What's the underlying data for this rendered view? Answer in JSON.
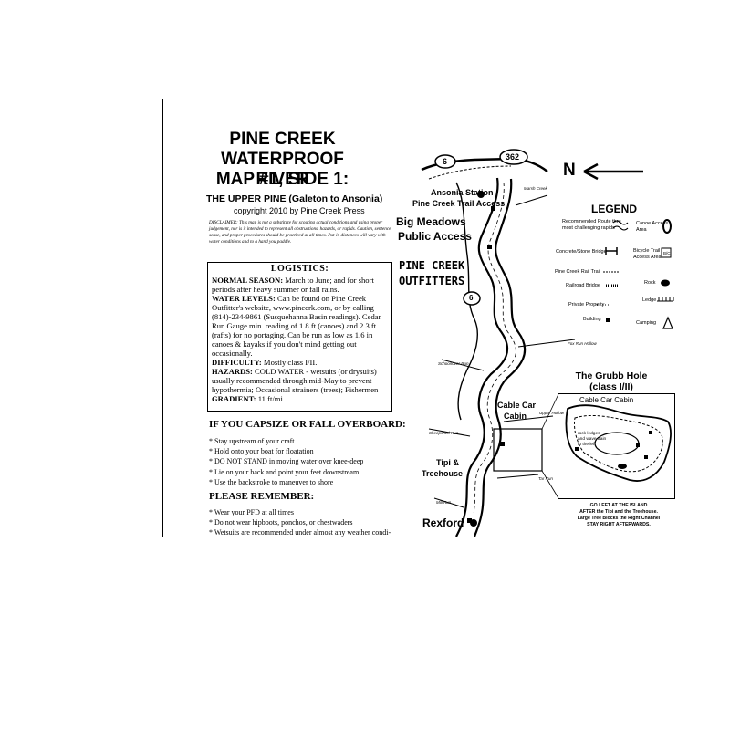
{
  "title_lines": [
    "PINE CREEK",
    "WATERPROOF RIVER",
    "MAP #1, SIDE 1:"
  ],
  "subtitle": "THE UPPER PINE (Galeton to Ansonia)",
  "copyright": "copyright 2010 by Pine Creek Press",
  "disclaimer": "DISCLAIMER: This map is not a substitute for scouting actual conditions and using proper judgement, nor is it intended to represent all obstructions, hazards, or rapids. Caution, sentence sense, and proper procedures should be practiced at all times. Put-in distances will vary with water conditions and to a hand you paddle.",
  "logistics": {
    "header": "LOGISTICS:",
    "items": [
      {
        "label": "NORMAL SEASON:",
        "text": "March to June; and for short periods after heavy summer or fall rains."
      },
      {
        "label": "WATER LEVELS:",
        "text": "Can be found on Pine Creek Outfitter's website, www.pinecrk.com, or by calling (814)-234-9861 (Susquehanna Basin readings). Cedar Run Gauge min. reading of 1.8 ft.(canoes) and 2.3 ft.(rafts) for no portaging. Can be run as low as 1.6 in canoes & kayaks if you don't mind getting out occasionally."
      },
      {
        "label": "DIFFICULTY:",
        "text": "Mostly class I/II."
      },
      {
        "label": "HAZARDS:",
        "text": "COLD WATER - wetsuits (or drysuits) usually recommended through mid-May to prevent hypothermia; Occasional strainers (trees); Fishermen"
      },
      {
        "label": "GRADIENT:",
        "text": "11 ft/mi."
      }
    ]
  },
  "capsize": {
    "header": "IF YOU CAPSIZE OR FALL OVERBOARD:",
    "items": [
      "* Stay upstream of your craft",
      "* Hold onto your boat for floatation",
      "* DO NOT STAND in moving water over knee-deep",
      "* Lie on your back and point your feet downstream",
      "* Use the backstroke to maneuver to shore"
    ]
  },
  "remember": {
    "header": "PLEASE REMEMBER:",
    "items": [
      "* Wear your PFD at all times",
      "* Do not wear hipboots, ponchos, or chestwaders",
      "* Wetsuits are recommended under almost any weather condi-"
    ]
  },
  "map_labels": {
    "route_6_top": "6",
    "route_362": "362",
    "route_6_mid": "6",
    "north": "N",
    "ansonia_station": "Ansonia Station",
    "trail_access": "Pine Creek Trail Access",
    "big_meadows_1": "Big Meadows",
    "big_meadows_2": "Public Access",
    "outfitters_1": "PINE CREEK",
    "outfitters_2": "OUTFITTERS",
    "cable_car_1": "Cable Car",
    "cable_car_2": "Cabin",
    "tipi_1": "Tipi &",
    "tipi_2": "Treehouse",
    "rexford": "Rexford",
    "marsh_creek": "Marsh Creek",
    "fox_run": "Fox Run Hollow",
    "schoonover": "Schoonover Run",
    "upper_hollow": "Upper Hollow",
    "sheepshed": "Sheepshed Run",
    "tar_run": "Tar Run",
    "mill_run": "Mill Run"
  },
  "legend": {
    "header": "LEGEND",
    "items": [
      {
        "label": "Recommended Route thru",
        "label2": "most challenging rapids"
      },
      {
        "label": "Concrete/Stone Bridge"
      },
      {
        "label": "Pine Creek Rail Trail"
      },
      {
        "label": "Railroad Bridge"
      },
      {
        "label": "Private Property"
      },
      {
        "label": "Building"
      },
      {
        "label": "Canoe Access",
        "label2": "Area"
      },
      {
        "label": "Bicycle Trail",
        "label2": "Access Area"
      },
      {
        "label": "Rock"
      },
      {
        "label": "Ledge"
      },
      {
        "label": "Camping"
      }
    ],
    "bike_symbol": "B/C"
  },
  "grubb": {
    "title1": "The Grubb Hole",
    "title2": "(class I/II)",
    "cabin": "Cable Car Cabin",
    "rock_note_1": "rock ledges",
    "rock_note_2": "and wave train",
    "rock_note_3": "to the left",
    "note_lines": [
      "GO LEFT AT THE ISLAND",
      "AFTER the Tipi and the Treehouse.",
      "Large Tree Blocks the Right Channel",
      "STAY RIGHT AFTERWARDS."
    ]
  }
}
